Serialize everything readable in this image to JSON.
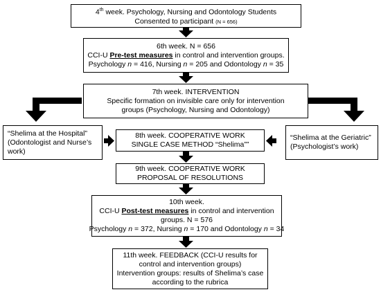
{
  "boxes": {
    "week4": {
      "line1_prefix": "4",
      "line1_sup": "th",
      "line1_rest": " week. Psychology, Nursing and Odontology Students",
      "line2_main": "Consented to participant ",
      "line2_small": "(N = 656)"
    },
    "week6": {
      "line1": "6th week. N = 656",
      "line2_pre": "CCI-U ",
      "line2_em": "Pre-test measures",
      "line2_post": " in control and intervention groups.",
      "line3_a": "Psychology ",
      "line3_n": "n",
      "line3_b": " = 416, Nursing ",
      "line3_c": " = 205 and Odontology ",
      "line3_d": " = 35"
    },
    "week7": {
      "line1": "7th week. INTERVENTION",
      "line2": "Specific formation on invisible care only for intervention",
      "line3": "groups (Psychology, Nursing and Odontology)"
    },
    "hospital": {
      "line1": "“Shelima at the Hospital”",
      "line2": "(Odontologist and Nurse’s",
      "line3": "work)"
    },
    "week8": {
      "line1": "8th week. COOPERATIVE WORK",
      "line2": "SINGLE CASE METHOD “Shelima””"
    },
    "geriatric": {
      "line1": "“Shelima at the Geriatric”",
      "line2": "(Psychologist’s work)"
    },
    "week9": {
      "line1": "9th week. COOPERATIVE WORK",
      "line2": "PROPOSAL OF RESOLUTIONS"
    },
    "week10": {
      "line1": "10th week.",
      "line2_pre": "CCI-U ",
      "line2_em": "Post-test measures",
      "line2_post": " in control and intervention",
      "line3": "groups. N = 576",
      "line4_a": "Psychology ",
      "line4_n": "n",
      "line4_b": " = 372, Nursing ",
      "line4_c": " = 170 and Odontology ",
      "line4_d": " = 34"
    },
    "week11": {
      "line1": "11th week. FEEDBACK (CCI-U results for",
      "line2": "control and intervention groups)",
      "line3": "Intervention groups: results of Shelima’s case",
      "line4": "according to the rubrica"
    }
  }
}
